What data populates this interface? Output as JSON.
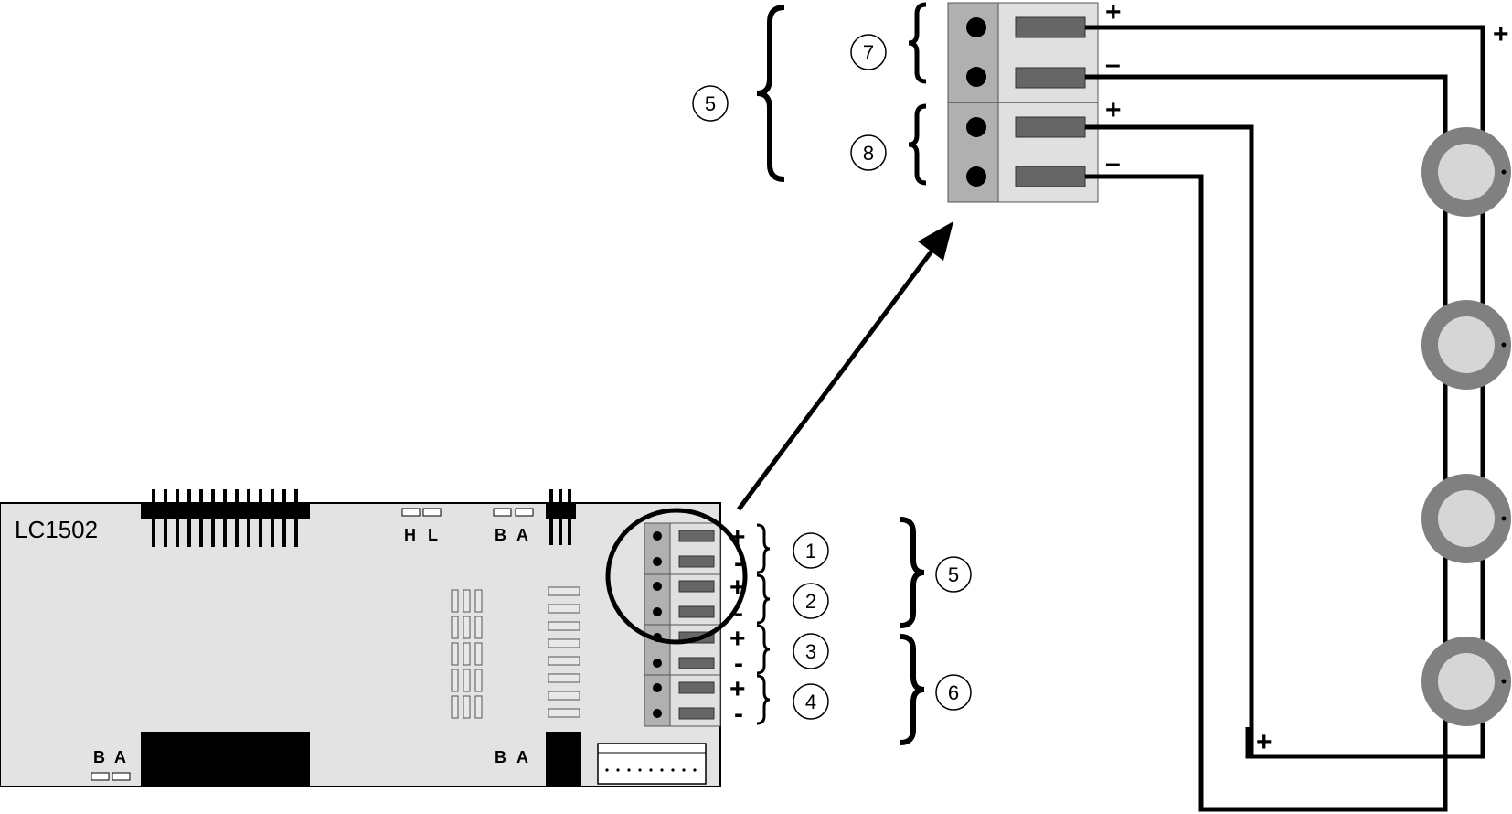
{
  "board": {
    "model": "LC1502",
    "jumper_hl": {
      "h": "H",
      "l": "L"
    },
    "jumper_ba_top": {
      "b": "B",
      "a": "A"
    },
    "jumper_ba_bottom_left": {
      "b": "B",
      "a": "A"
    },
    "jumper_ba_bottom_right": {
      "b": "B",
      "a": "A"
    }
  },
  "terminal_signs": {
    "plus": "+",
    "minus": "–",
    "dash": "-"
  },
  "board_callouts": {
    "c1": "1",
    "c2": "2",
    "c3": "3",
    "c4": "4",
    "group_a": "5",
    "group_b": "6"
  },
  "zoom_callouts": {
    "group": "5",
    "c7": "7",
    "c8": "8"
  },
  "colors": {
    "board": "#e3e3e3",
    "terminal_dark": "#b0b0b0",
    "terminal_light": "#e0e0e0",
    "screw_slot": "#666666",
    "sounder_ring": "#808080",
    "sounder_face": "#d6d6d6",
    "line": "#000000"
  },
  "sounders": {
    "count": 4,
    "icon": "sounder-icon"
  }
}
